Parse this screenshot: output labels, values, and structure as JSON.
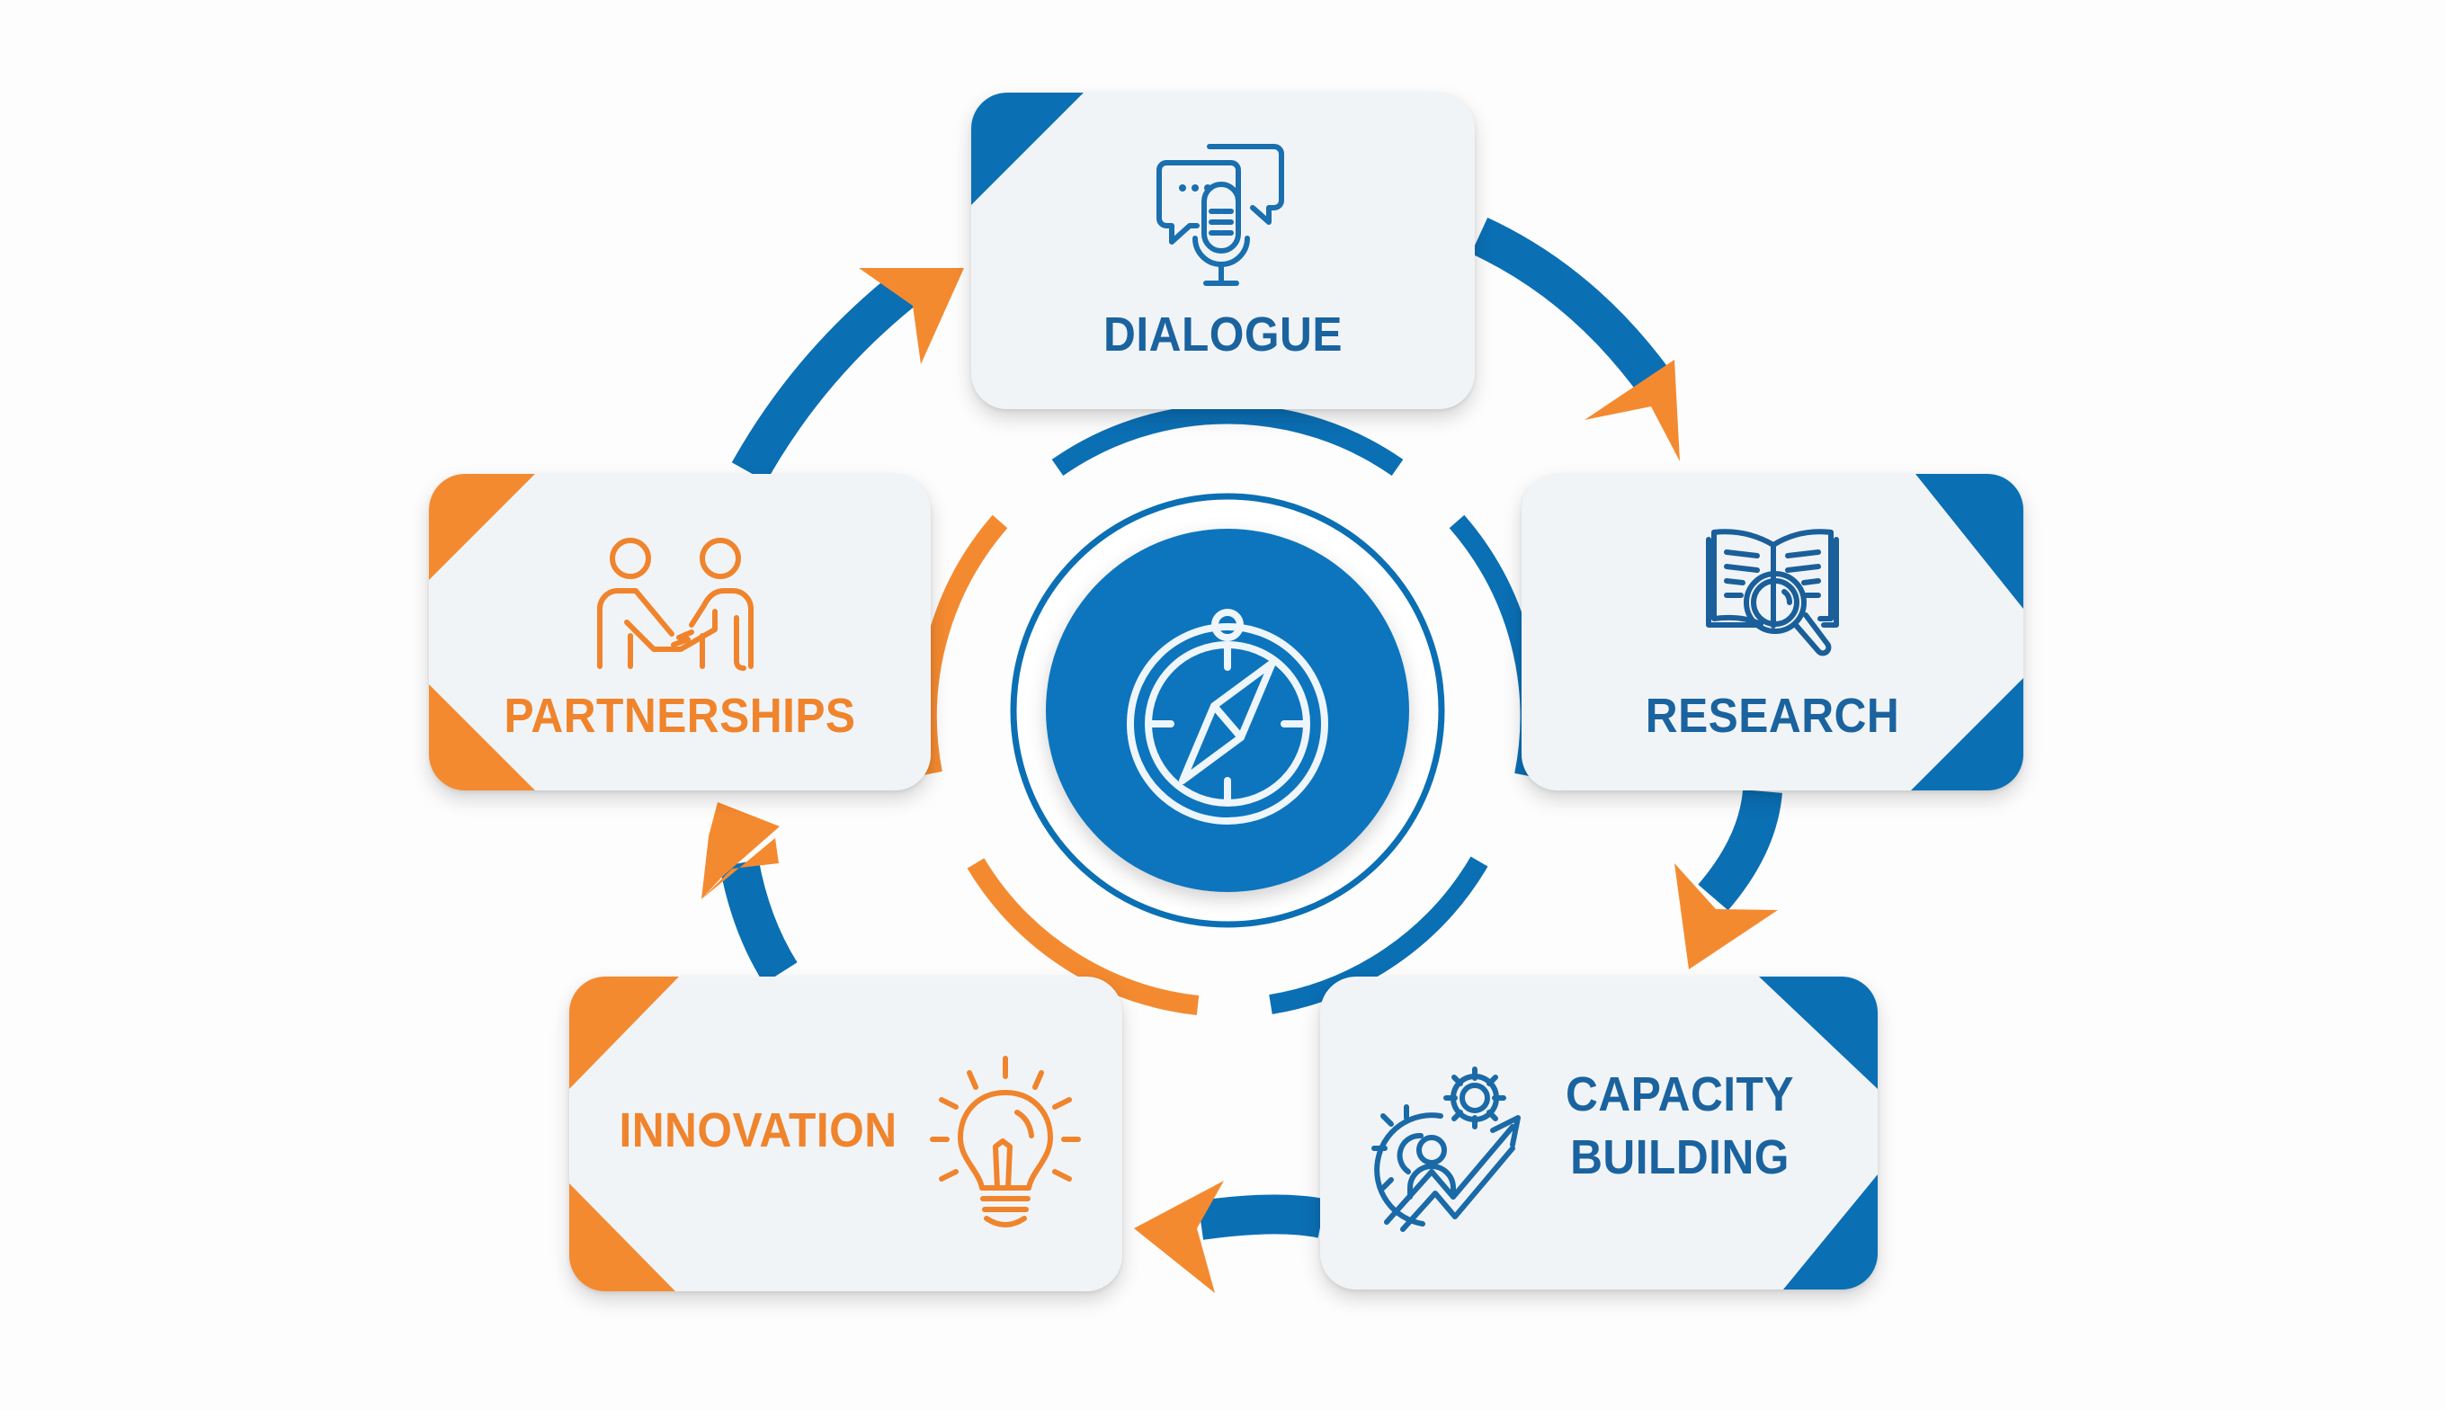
{
  "diagram": {
    "type": "cycle",
    "center": {
      "icon": "compass-icon"
    },
    "colors": {
      "blue": "#0b6fb4",
      "text_blue": "#1a639f",
      "orange": "#f48a30",
      "card_bg": "#f1f4f7",
      "background": "#fdfdfd"
    },
    "stages": [
      {
        "label": "DIALOGUE",
        "icon": "speech-bubbles-microphone-icon",
        "color": "blue"
      },
      {
        "label": "RESEARCH",
        "icon": "book-magnifier-icon",
        "color": "blue"
      },
      {
        "label_line1": "CAPACITY",
        "label_line2": "BUILDING",
        "label": "CAPACITY BUILDING",
        "icon": "gears-person-growth-icon",
        "color": "blue"
      },
      {
        "label": "INNOVATION",
        "icon": "lightbulb-icon",
        "color": "orange"
      },
      {
        "label": "PARTNERSHIPS",
        "icon": "handshake-icon",
        "color": "orange"
      }
    ],
    "flow": [
      "DIALOGUE",
      "RESEARCH",
      "CAPACITY BUILDING",
      "INNOVATION",
      "PARTNERSHIPS",
      "DIALOGUE"
    ]
  }
}
